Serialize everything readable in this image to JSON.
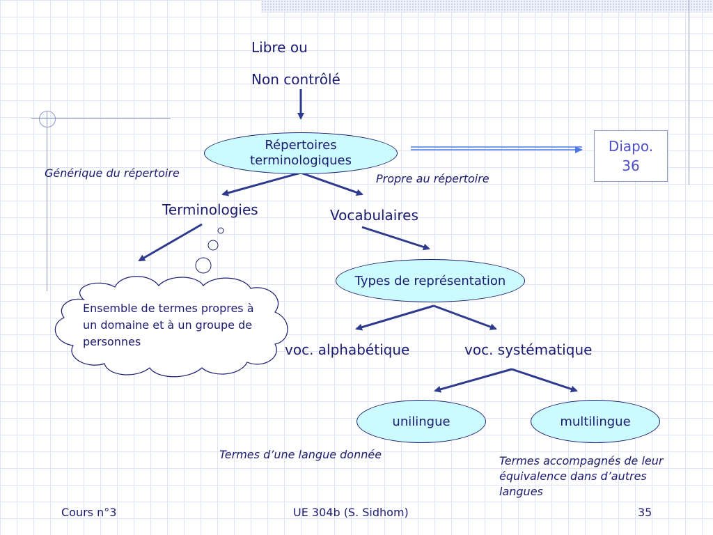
{
  "top": {
    "line1": "Libre ou",
    "line2": "Non contrôlé"
  },
  "repertoires": {
    "line1": "Répertoires",
    "line2": "terminologiques"
  },
  "diapo": {
    "line1": "Diapo.",
    "line2": "36"
  },
  "generique": "Générique du répertoire",
  "propre": "Propre au répertoire",
  "terminologies": "Terminologies",
  "vocabulaires": "Vocabulaires",
  "cloud": {
    "line1": "Ensemble de termes propres à",
    "line2": "un domaine et à un groupe de",
    "line3": "personnes"
  },
  "types": "Types de représentation",
  "voc_alpha": "voc. alphabétique",
  "voc_syst": "voc. systématique",
  "unilingue": "unilingue",
  "multilingue": "multilingue",
  "termes_langue": "Termes d’une langue donnée",
  "termes_accomp": {
    "line1": "Termes accompagnés de leur",
    "line2": "équivalence dans d’autres",
    "line3": "langues"
  },
  "footer": {
    "left": "Cours n°3",
    "center": "UE 304b (S. Sidhom)",
    "right": "35"
  },
  "colors": {
    "text": "#1a1a6e",
    "ellipse_fill": "#ccfbff",
    "accent": "#4d4dcc"
  }
}
